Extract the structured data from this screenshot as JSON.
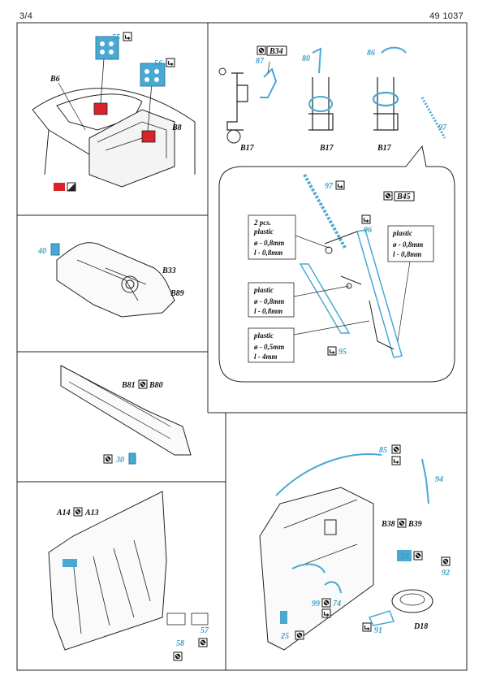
{
  "header": {
    "page": "3/4",
    "kit_number": "49 1037"
  },
  "colors": {
    "etch": "#49a9d3",
    "etch_dark": "#2b7fa8",
    "paint_red": "#d8232a",
    "line": "#222222"
  },
  "icons": {
    "fold": "fold-arrow-icon",
    "remove": "remove-icon",
    "paint": "paint-swatch-icon",
    "ref": "reference-box-icon"
  },
  "panel1": {
    "p55": "55",
    "p56": "56",
    "b6": "B6",
    "b8": "B8"
  },
  "panel2": {
    "p87": "87",
    "p80": "80",
    "p86": "86",
    "p97": "97",
    "b34": "B34",
    "b17a": "B17",
    "b17b": "B17",
    "b17c": "B17"
  },
  "detail": {
    "p97": "97",
    "b45": "B45",
    "p96": "96",
    "p95": "95",
    "note1": {
      "title": "2 pcs.",
      "sub": "plastic",
      "dia": "ø - 0,8mm",
      "len": "l - 0,8mm"
    },
    "note2": {
      "title": "plastic",
      "dia": "ø - 0,8mm",
      "len": "l - 0,8mm"
    },
    "note3": {
      "title": "plastic",
      "dia": "ø - 0,8mm",
      "len": "l - 0,8mm"
    },
    "note4": {
      "title": "plastic",
      "dia": "ø - 0,5mm",
      "len": "l - 4mm"
    }
  },
  "panel3": {
    "p40": "40",
    "b33": "B33",
    "b89": "B89"
  },
  "panel4": {
    "b81": "B81",
    "b80": "B80",
    "p30": "30"
  },
  "panel5": {
    "a14": "A14",
    "a13": "A13",
    "p57": "57",
    "p58": "58"
  },
  "panel6": {
    "p85": "85",
    "p94": "94",
    "b38": "B38",
    "b39": "B39",
    "p24": "24",
    "p92": "92",
    "p99": "99",
    "p74": "74",
    "p91": "91",
    "d18": "D18",
    "p25": "25"
  }
}
